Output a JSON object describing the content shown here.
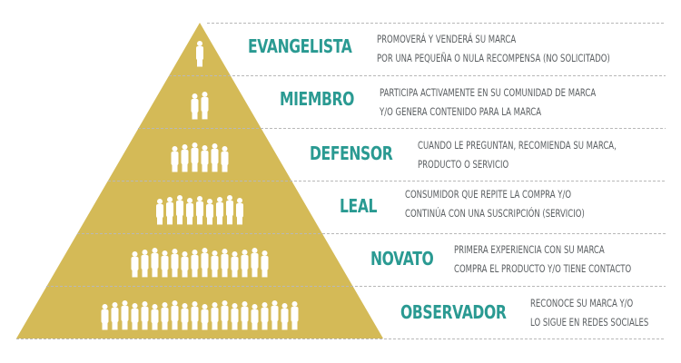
{
  "colors": {
    "pyramid": "#d4ba57",
    "title": "#2a9a92",
    "description": "#5b5f62",
    "divider": "#b8b8b8",
    "figures": "#ffffff"
  },
  "levels": [
    {
      "title": "EVANGELISTA",
      "people_count": 1,
      "description": [
        "PROMOVERÁ Y VENDERÁ SU MARCA",
        "POR UNA PEQUEÑA O NULA RECOMPENSA (NO SOLICITADO)"
      ]
    },
    {
      "title": "MIEMBRO",
      "people_count": 2,
      "description": [
        "PARTICIPA ACTIVAMENTE EN SU COMUNIDAD DE MARCA",
        "Y/O GENERA CONTENIDO PARA LA MARCA"
      ]
    },
    {
      "title": "DEFENSOR",
      "people_count": 6,
      "description": [
        "CUANDO LE PREGUNTAN, RECOMIENDA SU MARCA,",
        "PRODUCTO O SERVICIO"
      ]
    },
    {
      "title": "LEAL",
      "people_count": 9,
      "description": [
        "CONSUMIDOR QUE REPITE LA COMPRA Y/O",
        "CONTINÚA CON UNA SUSCRIPCIÓN (SERVICIO)"
      ]
    },
    {
      "title": "NOVATO",
      "people_count": 14,
      "description": [
        "PRIMERA EXPERIENCIA CON SU MARCA",
        "COMPRA EL PRODUCTO Y/O TIENE CONTACTO"
      ]
    },
    {
      "title": "OBSERVADOR",
      "people_count": 20,
      "description": [
        "RECONOCE SU MARCA Y/O",
        "LO SIGUE EN REDES SOCIALES"
      ]
    }
  ]
}
